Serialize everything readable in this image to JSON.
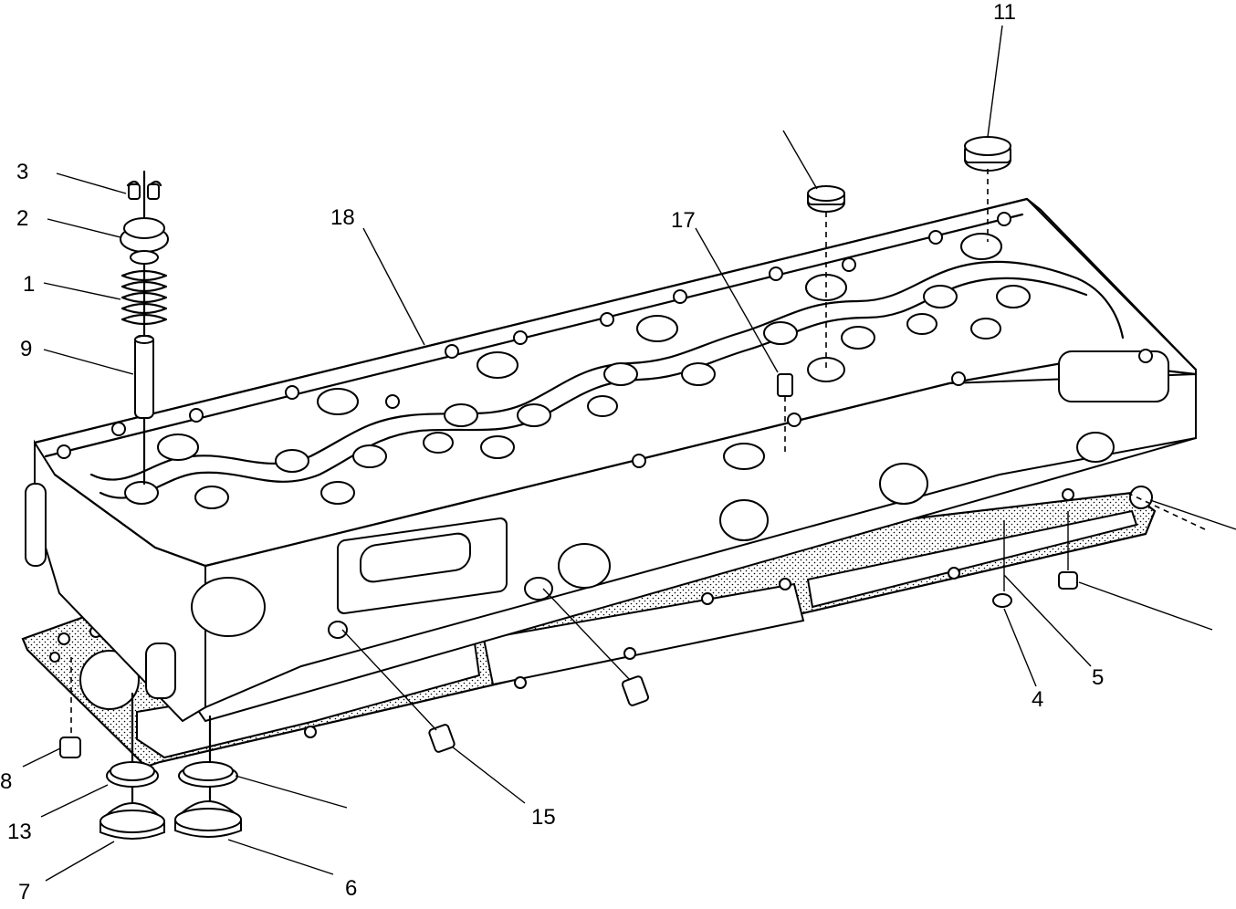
{
  "diagram": {
    "callouts": [
      {
        "id": "c1",
        "label": "1"
      },
      {
        "id": "c2",
        "label": "2"
      },
      {
        "id": "c3",
        "label": "3"
      },
      {
        "id": "c4",
        "label": "4"
      },
      {
        "id": "c5",
        "label": "5"
      },
      {
        "id": "c6",
        "label": "6"
      },
      {
        "id": "c7",
        "label": "7"
      },
      {
        "id": "c8",
        "label": "8"
      },
      {
        "id": "c9",
        "label": "9"
      },
      {
        "id": "c11",
        "label": "11"
      },
      {
        "id": "c13",
        "label": "13"
      },
      {
        "id": "c15",
        "label": "15"
      },
      {
        "id": "c17",
        "label": "17"
      },
      {
        "id": "c18",
        "label": "18"
      }
    ]
  }
}
